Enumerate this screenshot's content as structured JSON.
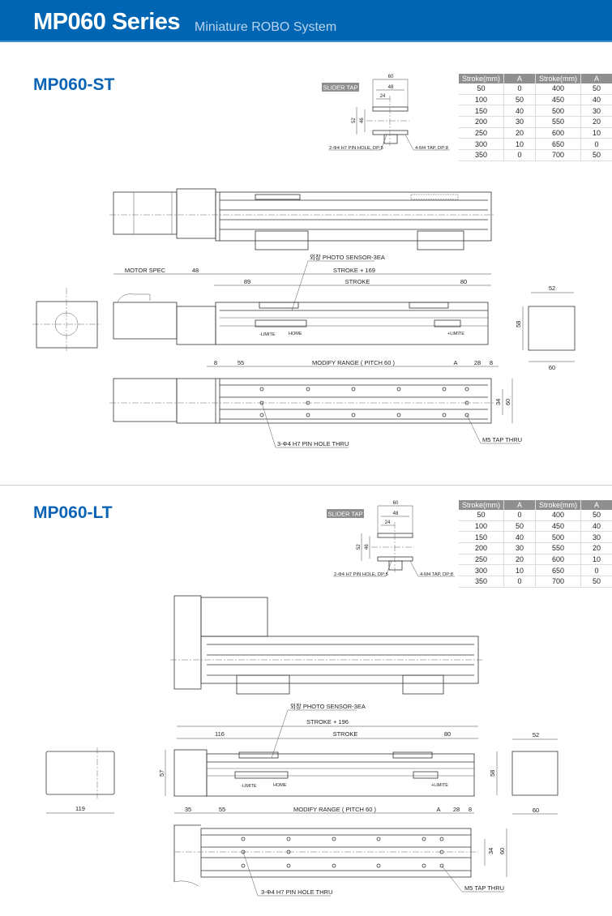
{
  "header": {
    "title": "MP060 Series",
    "subtitle": "Miniature ROBO System"
  },
  "table_headers": [
    "Stroke(mm)",
    "A",
    "Stroke(mm)",
    "A"
  ],
  "sections": [
    {
      "model": "MP060-ST",
      "slider_tap": {
        "label": "SLIDER TAP",
        "w60": "60",
        "w48": "48",
        "w24": "24",
        "h52": "52",
        "h46": "46",
        "pin_hole": "2-Φ4 H7 PIN HOLE, DP;5",
        "tap": "4-M4 TAP, DP;8"
      },
      "table": [
        [
          "50",
          "0",
          "400",
          "50"
        ],
        [
          "100",
          "50",
          "450",
          "40"
        ],
        [
          "150",
          "40",
          "500",
          "30"
        ],
        [
          "200",
          "30",
          "550",
          "20"
        ],
        [
          "250",
          "20",
          "600",
          "10"
        ],
        [
          "300",
          "10",
          "650",
          "0"
        ],
        [
          "350",
          "0",
          "700",
          "50"
        ]
      ],
      "drawing": {
        "sensor": "외장 PHOTO SENSOR-3EA",
        "motor_spec": "MOTOR SPEC",
        "coupling": "48",
        "overall": "STROKE + 169",
        "left": "89",
        "stroke": "STROKE",
        "right": "80",
        "minus_limit": "-LIMITE",
        "home": "HOME",
        "plus_limit": "+LIMITE",
        "end_width": "52",
        "end_height": "58",
        "end_base": "60",
        "d_start": "8",
        "d55": "55",
        "modify": "MODIFY RANGE ( PITCH 60 )",
        "a": "A",
        "d28": "28",
        "d8": "8",
        "d34": "34",
        "d60": "60",
        "pin": "3-Φ4 H7 PIN HOLE THRU",
        "tap": "M5 TAP THRU"
      }
    },
    {
      "model": "MP060-LT",
      "slider_tap": {
        "label": "SLIDER TAP",
        "w60": "60",
        "w48": "48",
        "w24": "24",
        "h52": "52",
        "h46": "46",
        "pin_hole": "2-Φ4 H7 PIN HOLE, DP;5",
        "tap": "4-M4 TAP, DP;8"
      },
      "table": [
        [
          "50",
          "0",
          "400",
          "50"
        ],
        [
          "100",
          "50",
          "450",
          "40"
        ],
        [
          "150",
          "40",
          "500",
          "30"
        ],
        [
          "200",
          "30",
          "550",
          "20"
        ],
        [
          "250",
          "20",
          "600",
          "10"
        ],
        [
          "300",
          "10",
          "650",
          "0"
        ],
        [
          "350",
          "0",
          "700",
          "50"
        ]
      ],
      "drawing": {
        "sensor": "외장 PHOTO SENSOR-3EA",
        "overall": "STROKE + 196",
        "left": "116",
        "stroke": "STROKE",
        "right": "80",
        "minus_limit": "-LIMITE",
        "home": "HOME",
        "plus_limit": "+LIMITE",
        "motor_width": "119",
        "side_height": "57",
        "end_width": "52",
        "end_height": "58",
        "end_base": "60",
        "d_start": "35",
        "d55": "55",
        "modify": "MODIFY RANGE ( PITCH 60 )",
        "a": "A",
        "d28": "28",
        "d8": "8",
        "d34": "34",
        "d60": "60",
        "pin": "3-Φ4 H7 PIN HOLE THRU",
        "tap": "M5 TAP THRU"
      }
    }
  ]
}
